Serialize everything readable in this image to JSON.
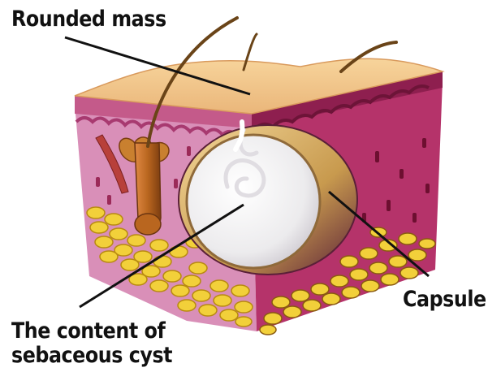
{
  "labels": {
    "rounded_mass": "Rounded mass",
    "capsule": "Capsule",
    "content_line1": "The content of",
    "content_line2": "sebaceous cyst"
  },
  "colors": {
    "skin_top": "#f3c98d",
    "dermis_left": "#d98fb8",
    "dermis_right": "#b5336a",
    "fat": "#f2d03a",
    "capsule": "#d6ae62",
    "cyst_content": "#f4f2f3",
    "label_text": "#111111"
  }
}
